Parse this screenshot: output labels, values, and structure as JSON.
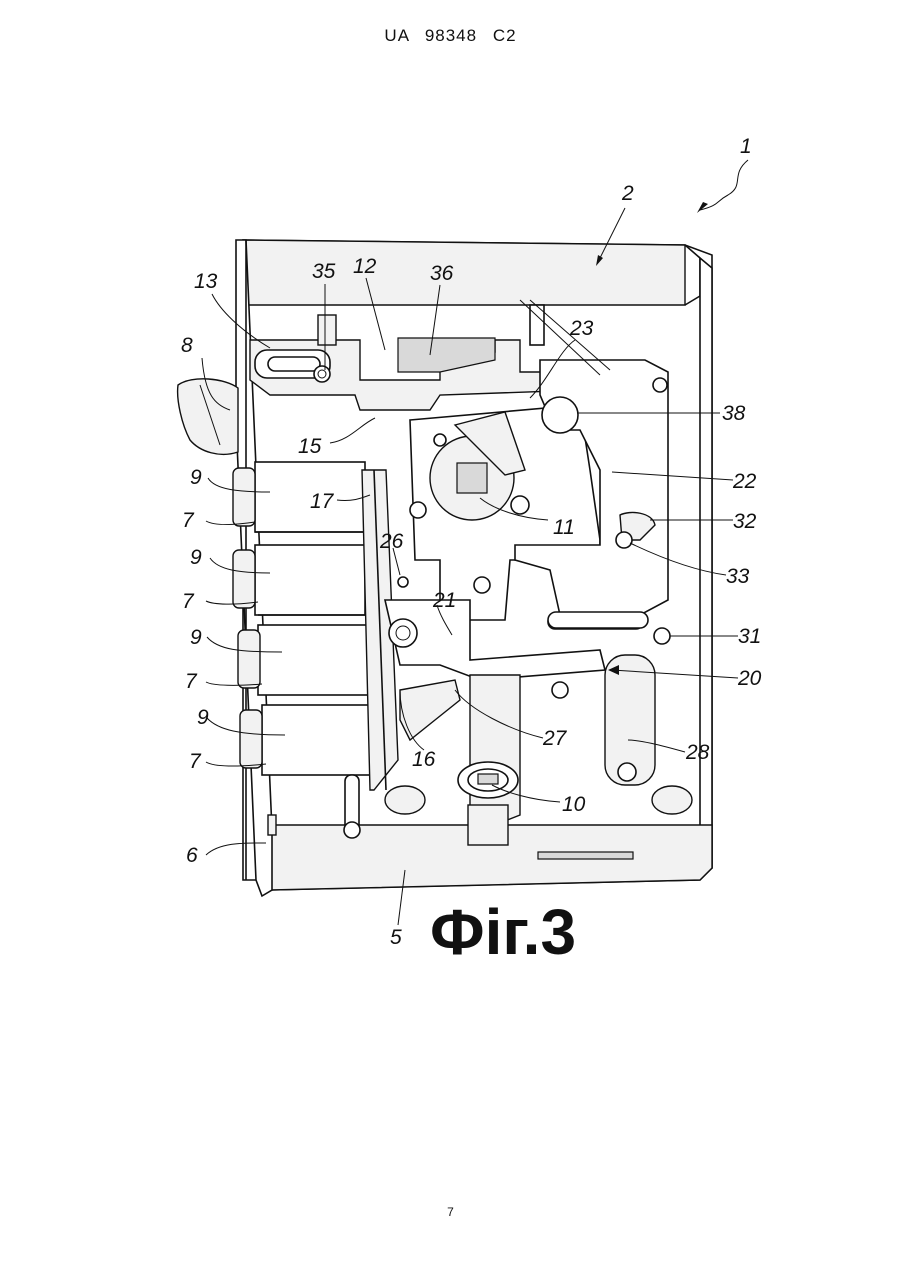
{
  "header": {
    "text": "UA   98348   C2"
  },
  "figure": {
    "title": "Фіг.3",
    "labels": {
      "l1": "1",
      "l2": "2",
      "l35": "35",
      "l12": "12",
      "l36": "36",
      "l13": "13",
      "l23": "23",
      "l8": "8",
      "l38": "38",
      "l15": "15",
      "l9a": "9",
      "l22": "22",
      "l17": "17",
      "l11": "11",
      "l7a": "7",
      "l32": "32",
      "l26": "26",
      "l9b": "9",
      "l33": "33",
      "l7b": "7",
      "l21": "21",
      "l9c": "9",
      "l31": "31",
      "l7c": "7",
      "l20": "20",
      "l9d": "9",
      "l27": "27",
      "l28": "28",
      "l16": "16",
      "l7d": "7",
      "l10": "10",
      "l6": "6",
      "l5": "5"
    }
  },
  "page_number": "7"
}
